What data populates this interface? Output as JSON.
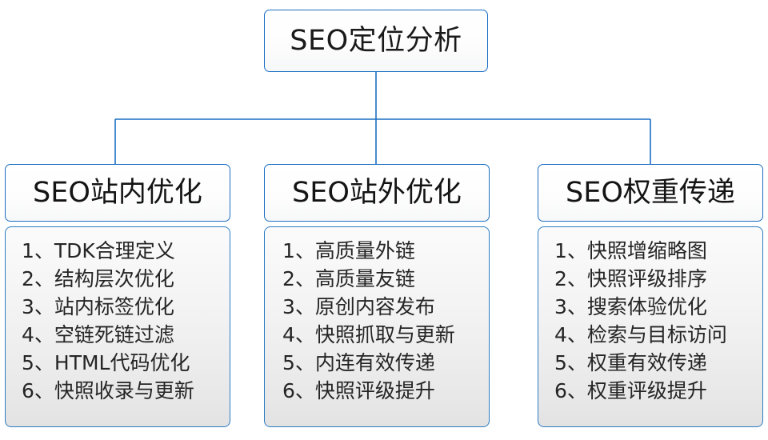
{
  "diagram": {
    "type": "org-tree",
    "root": {
      "label": "SEO定位分析"
    },
    "accent_color": "#1b6ec2",
    "connector_color": "#1b6ec2",
    "columns": [
      {
        "header": "SEO站内优化",
        "items": [
          "1、TDK合理定义",
          "2、结构层次优化",
          "3、站内标签优化",
          "4、空链死链过滤",
          "5、HTML代码优化",
          "6、快照收录与更新"
        ]
      },
      {
        "header": "SEO站外优化",
        "items": [
          "1、高质量外链",
          "2、高质量友链",
          "3、原创内容发布",
          "4、快照抓取与更新",
          "5、内连有效传递",
          "6、快照评级提升"
        ]
      },
      {
        "header": "SEO权重传递",
        "items": [
          "1、快照增缩略图",
          "2、快照评级排序",
          "3、搜索体验优化",
          "4、检索与目标访问",
          "5、权重有效传递",
          "6、权重评级提升"
        ]
      }
    ]
  }
}
